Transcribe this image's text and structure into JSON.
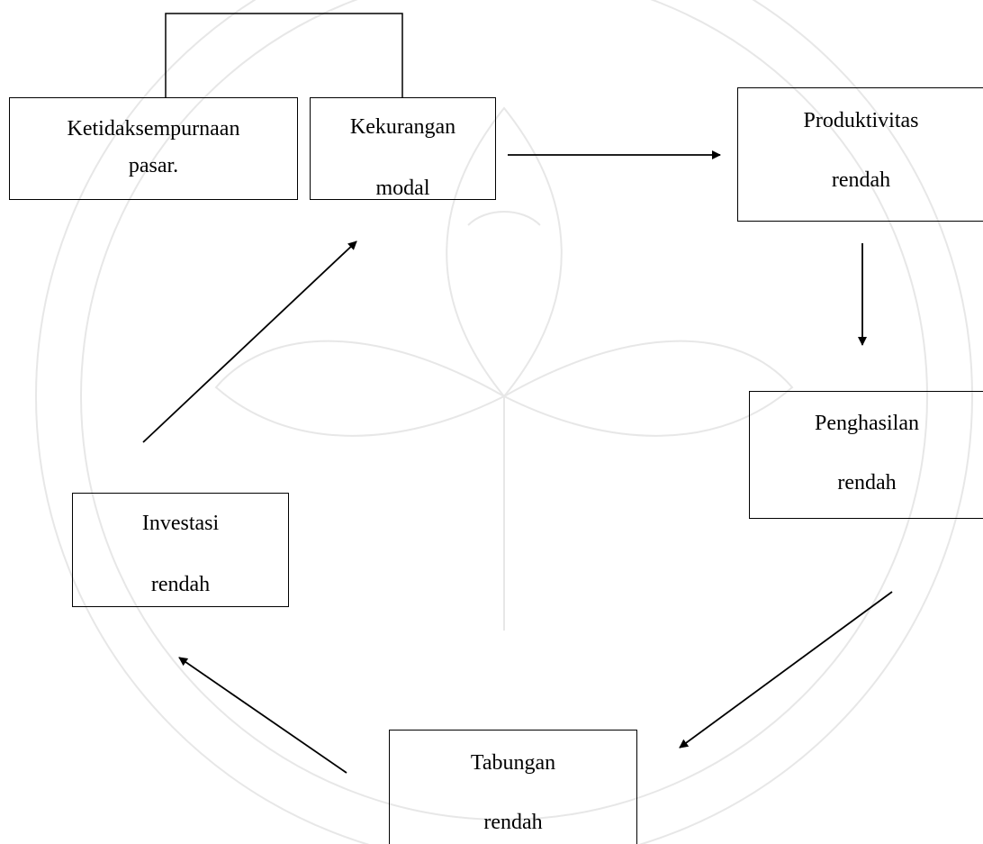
{
  "nodes": {
    "ketidaksempurnaan": {
      "line1": "Ketidaksempurnaan",
      "line2": "pasar."
    },
    "kekurangan": {
      "line1": "Kekurangan",
      "line2": "modal"
    },
    "produktivitas": {
      "line1": "Produktivitas",
      "line2": "rendah"
    },
    "penghasilan": {
      "line1": "Penghasilan",
      "line2": "rendah"
    },
    "tabungan": {
      "line1": "Tabungan",
      "line2": "rendah"
    },
    "investasi": {
      "line1": "Investasi",
      "line2": "rendah"
    }
  },
  "colors": {
    "line": "#000000",
    "watermark": "#c9c9c9"
  }
}
